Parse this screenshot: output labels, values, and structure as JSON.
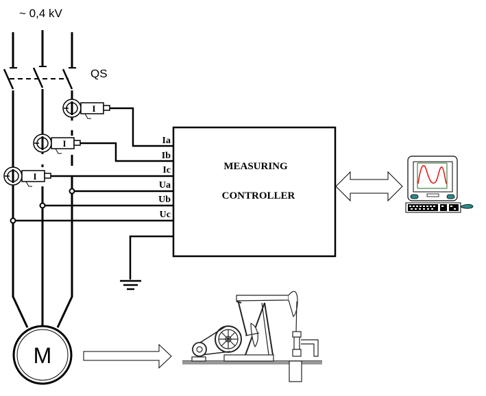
{
  "supply": {
    "voltage_label": "~ 0,4 kV"
  },
  "switch": {
    "label": "QS"
  },
  "signals": [
    {
      "id": "ia",
      "label": "Ia"
    },
    {
      "id": "ib",
      "label": "Ib"
    },
    {
      "id": "ic",
      "label": "Ic"
    },
    {
      "id": "ua",
      "label": "Ua"
    },
    {
      "id": "ub",
      "label": "Ub"
    },
    {
      "id": "uc",
      "label": "Uc"
    }
  ],
  "current_transformer": {
    "glyph": "I"
  },
  "controller": {
    "line1": "MEASURING",
    "line2": "CONTROLLER"
  },
  "motor": {
    "label": "M"
  },
  "computer": {
    "screen_trace_color": "#e02020",
    "screen_axis_color": "#1f6a1f",
    "accent_color": "#2a8a8a"
  },
  "icons": {
    "ground": "ground-icon",
    "computer": "computer-icon",
    "pump_jack": "pumpjack-icon",
    "bidirectional_arrow": "double-arrow-icon",
    "drive_arrow": "right-arrow-icon"
  }
}
